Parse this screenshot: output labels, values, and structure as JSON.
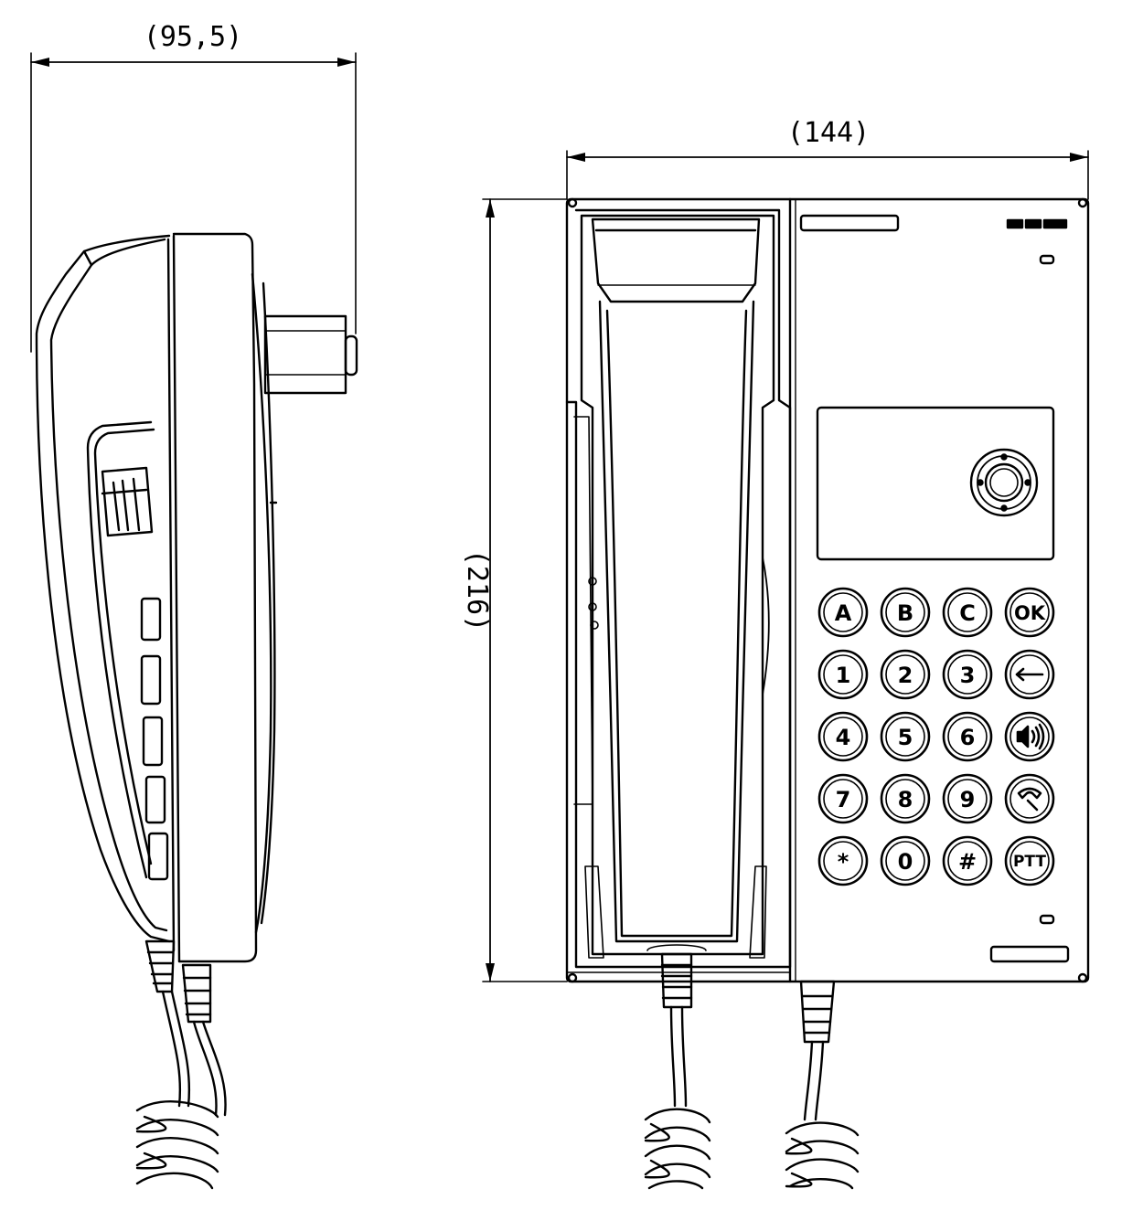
{
  "dimensions": {
    "depth_label": "(95,5)",
    "width_label": "(144)",
    "height_label": "(216)"
  },
  "keypad": {
    "rows": [
      [
        "A",
        "B",
        "C",
        "OK"
      ],
      [
        "1",
        "2",
        "3",
        "back-arrow-icon"
      ],
      [
        "4",
        "5",
        "6",
        "speaker-icon"
      ],
      [
        "7",
        "8",
        "9",
        "hang-up-icon"
      ],
      [
        "*",
        "0",
        "#",
        "PTT"
      ]
    ]
  }
}
